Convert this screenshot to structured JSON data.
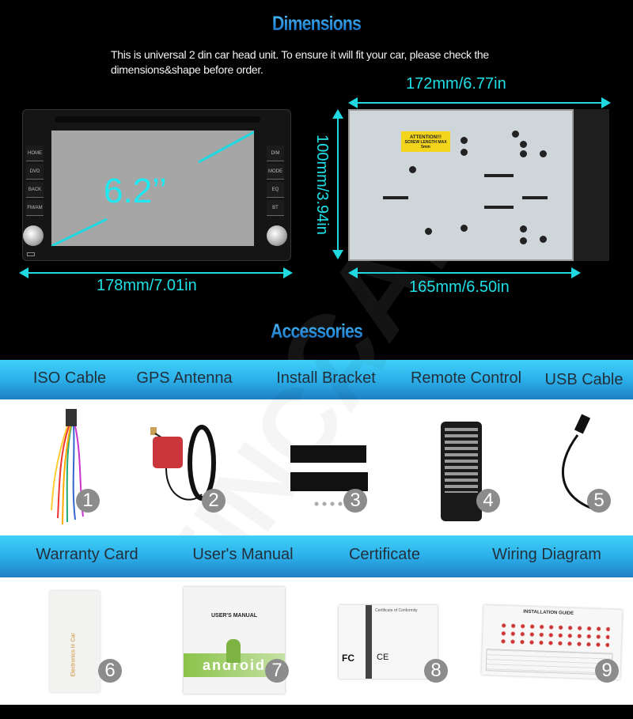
{
  "dimensions": {
    "title": "Dimensions",
    "intro": "This is universal 2 din car head unit. To ensure it will fit your car, please check the dimensions&shape before order.",
    "screen_size": "6.2’’",
    "front_width": "178mm/7.01in",
    "chassis_length_top": "172mm/6.77in",
    "chassis_height": "100mm/3.94in",
    "chassis_length_bottom": "165mm/6.50in",
    "front_buttons_left": [
      "HOME",
      "DVD",
      "BACK",
      "FM/AM"
    ],
    "front_buttons_right": [
      "DIM",
      "MODE",
      "EQ",
      "BT"
    ],
    "attention_label": {
      "line1": "ATTENTION!!!",
      "line2": "SCREW LENGTH MAX",
      "line3": "5mm"
    }
  },
  "accessories": {
    "title": "Accessories",
    "row1": [
      {
        "label": "ISO Cable",
        "number": "1"
      },
      {
        "label": "GPS Antenna",
        "number": "2"
      },
      {
        "label": "Install Bracket",
        "number": "3"
      },
      {
        "label": "Remote Control",
        "number": "4"
      },
      {
        "label": "USB Cable",
        "number": "5"
      }
    ],
    "row2": [
      {
        "label": "Warranty Card",
        "number": "6",
        "print": "Electronics In Car"
      },
      {
        "label": "User's Manual",
        "number": "7",
        "print": "USER'S MANUAL",
        "logo": "android"
      },
      {
        "label": "Certificate",
        "number": "8",
        "print": "Certificate of Conformity"
      },
      {
        "label": "Wiring Diagram",
        "number": "9",
        "print": "INSTALLATION GUIDE"
      }
    ]
  },
  "watermark": "EINCAR®",
  "colors": {
    "accent_cyan": "#1fd8e0",
    "band_blue": "#2cb0ea",
    "title_blue": "#1f8fe0",
    "badge_gray": "#8c8c8c"
  }
}
